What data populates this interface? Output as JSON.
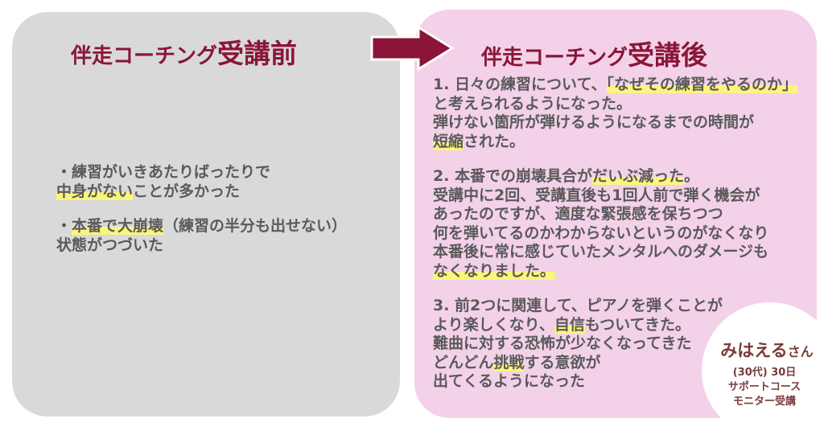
{
  "before": {
    "title_small": "伴走コーチング",
    "title_large": "受講前",
    "lines": [
      [
        {
          "t": "・練習がいきあたりばったりで"
        }
      ],
      [
        {
          "t": "中身がない",
          "hl": true
        },
        {
          "t": "ことが多かった"
        }
      ],
      [],
      [
        {
          "t": "・"
        },
        {
          "t": "本番で大崩壊",
          "hl": true
        },
        {
          "t": "（練習の半分も出せない）"
        }
      ],
      [
        {
          "t": "状態がつづいた"
        }
      ]
    ]
  },
  "after": {
    "title_small": "伴走コーチング",
    "title_large": "受講後",
    "lines": [
      [
        {
          "t": "1. 日々の練習について、"
        },
        {
          "t": "「なぜその練習をやるのか」",
          "hl": true
        }
      ],
      [
        {
          "t": "と考えられるようになった。"
        }
      ],
      [
        {
          "t": "弾けない箇所が弾けるようになるまでの時間が"
        }
      ],
      [
        {
          "t": "短縮",
          "hl": true
        },
        {
          "t": "された。"
        }
      ],
      [],
      [
        {
          "t": "2. 本番での崩壊具合が"
        },
        {
          "t": "だいぶ減った",
          "hl": true
        },
        {
          "t": "。"
        }
      ],
      [
        {
          "t": "受講中に2回、受講直後も1回人前で弾く機会が"
        }
      ],
      [
        {
          "t": "あったのですが、適度な緊張感を保ちつつ"
        }
      ],
      [
        {
          "t": "何を弾いてるのかわからないというのがなくなり"
        }
      ],
      [
        {
          "t": "本番後に常に感じていたメンタルへのダメージも"
        }
      ],
      [
        {
          "t": "なくなりました。",
          "hl": true
        }
      ],
      [],
      [
        {
          "t": "3. 前2つに関連して、ピアノを弾くことが"
        }
      ],
      [
        {
          "t": "より楽しくなり、"
        },
        {
          "t": "自信",
          "hl": true
        },
        {
          "t": "もついてきた。"
        }
      ],
      [
        {
          "t": "難曲に対する恐怖が少なくなってきた"
        }
      ],
      [
        {
          "t": "どんどん"
        },
        {
          "t": "挑戦",
          "hl": true
        },
        {
          "t": "する意欲が"
        }
      ],
      [
        {
          "t": "出てくるようになった"
        }
      ]
    ]
  },
  "person": {
    "name": "みはえる",
    "honorific": "さん",
    "age": "(30代) 30日",
    "course": "サポートコース",
    "type": "モニター受講"
  },
  "colors": {
    "accent": "#8a1538",
    "highlight": "#fbf57d",
    "left_bg": "#d9d9d9",
    "right_bg": "#f3d1e8"
  }
}
